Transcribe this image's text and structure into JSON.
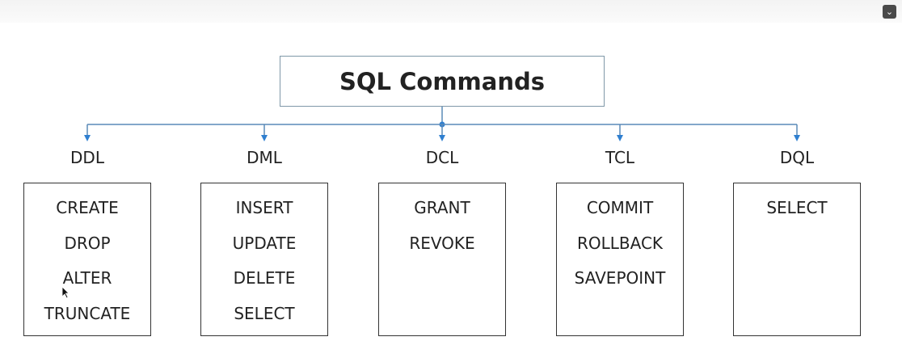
{
  "diagram": {
    "title": "SQL Commands",
    "categories": [
      {
        "label": "DDL",
        "commands": [
          "CREATE",
          "DROP",
          "ALTER",
          "TRUNCATE"
        ]
      },
      {
        "label": "DML",
        "commands": [
          "INSERT",
          "UPDATE",
          "DELETE",
          "SELECT"
        ]
      },
      {
        "label": "DCL",
        "commands": [
          "GRANT",
          "REVOKE"
        ]
      },
      {
        "label": "TCL",
        "commands": [
          "COMMIT",
          "ROLLBACK",
          "SAVEPOINT"
        ]
      },
      {
        "label": "DQL",
        "commands": [
          "SELECT"
        ]
      }
    ]
  },
  "colors": {
    "connector": "#5a8ab8",
    "arrow": "#2f7fd0",
    "text": "#222222",
    "root_border": "#7f98a8",
    "box_border": "#333333"
  },
  "icons": {
    "corner": "chevron-down-icon",
    "pointer": "mouse-cursor-icon"
  }
}
